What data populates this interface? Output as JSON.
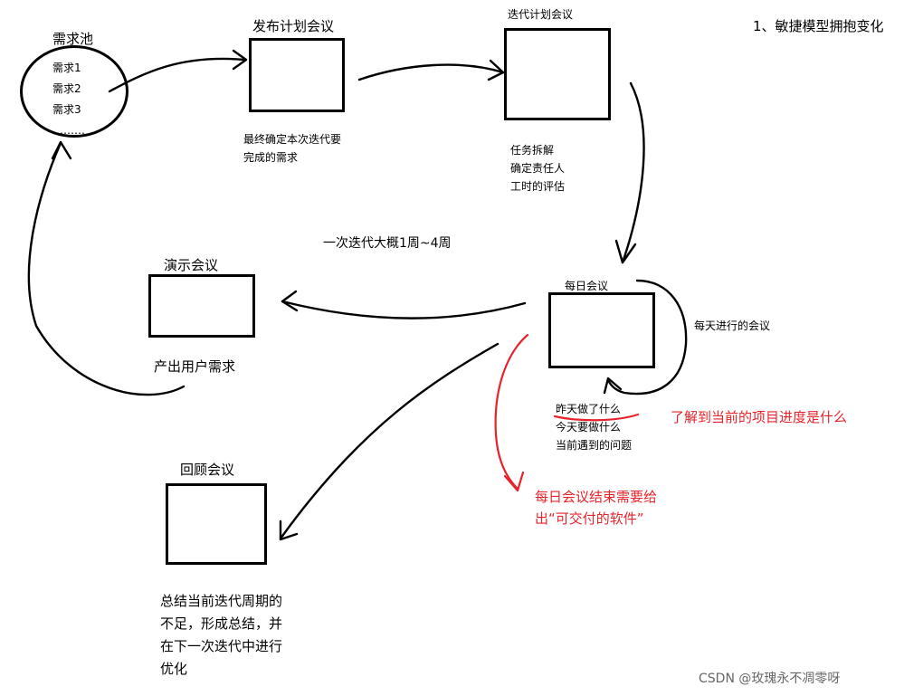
{
  "header": {
    "title": "1、敏捷模型拥抱变化"
  },
  "pool": {
    "title": "需求池",
    "items": [
      "需求1",
      "需求2",
      "需求3",
      "………"
    ]
  },
  "release_meeting": {
    "title": "发布计划会议",
    "notes": [
      "最终确定本次迭代要",
      "完成的需求"
    ]
  },
  "iteration_meeting": {
    "title": "迭代计划会议",
    "notes": [
      "任务拆解",
      "确定责任人",
      "工时的评估"
    ]
  },
  "cycle_note": "一次迭代大概1周~4周",
  "demo_meeting": {
    "title": "演示会议",
    "notes": [
      "产出用户需求"
    ]
  },
  "daily_meeting": {
    "title": "每日会议",
    "loop_label": "每天进行的会议",
    "notes": [
      "昨天做了什么",
      "今天要做什么",
      "当前遇到的问题"
    ],
    "red_note": "了解到当前的项目进度是什么",
    "deliverable_note": [
      "每日会议结束需要给",
      "出“可交付的软件”"
    ]
  },
  "retro_meeting": {
    "title": "回顾会议",
    "notes": [
      "总结当前迭代周期的",
      "不足，形成总结，并",
      "在下一次迭代中进行",
      "优化"
    ]
  },
  "watermark": "CSDN @玫瑰永不凋零呀",
  "colors": {
    "ink": "#000000",
    "accent": "#e8232b"
  }
}
